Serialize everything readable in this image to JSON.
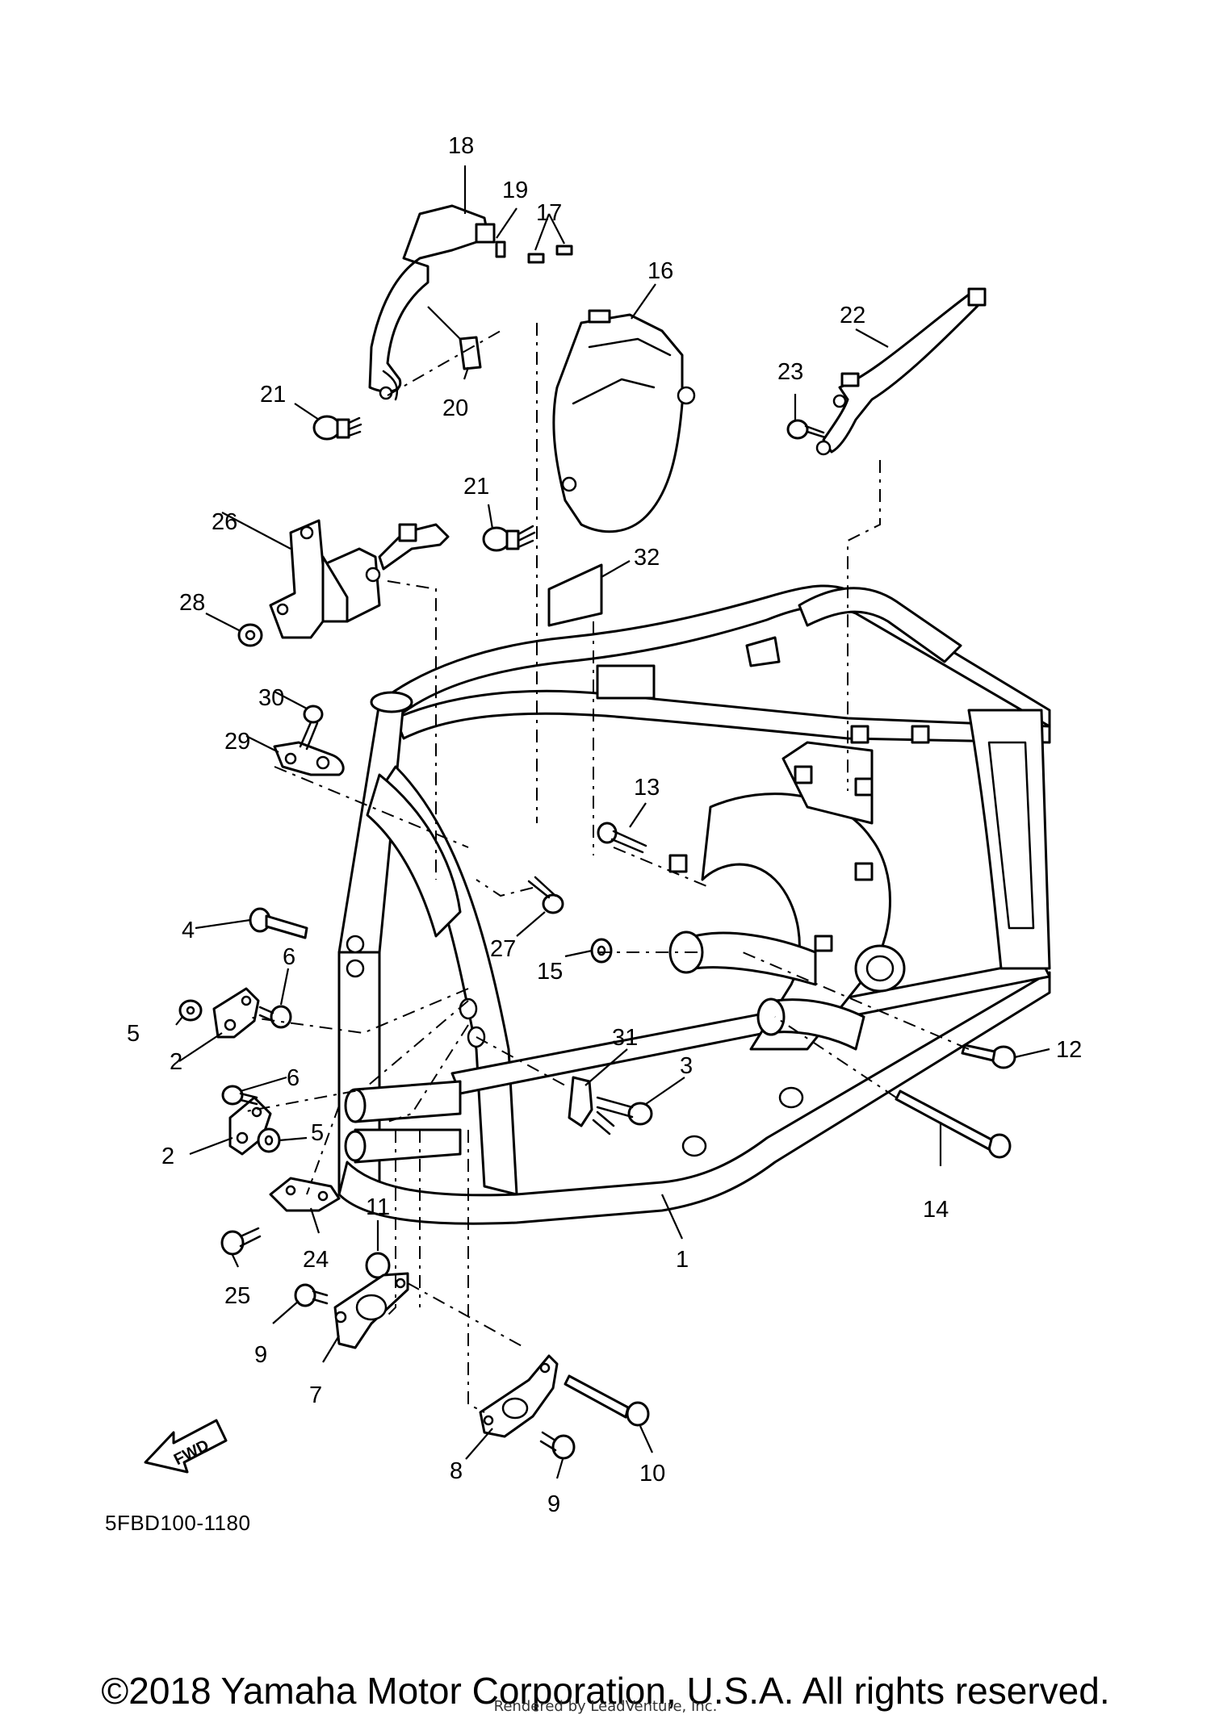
{
  "diagram_code": "5FBD100-1180",
  "fwd_label": "FWD",
  "copyright": "©2018 Yamaha Motor Corporation, U.S.A. All rights reserved.",
  "rendered_by": "Rendered by LeadVenture, Inc.",
  "callouts": {
    "c18": "18",
    "c19": "19",
    "c17": "17",
    "c16": "16",
    "c22": "22",
    "c23": "23",
    "c21a": "21",
    "c20": "20",
    "c21b": "21",
    "c26": "26",
    "c32": "32",
    "c28": "28",
    "c30": "30",
    "c29": "29",
    "c13": "13",
    "c4": "4",
    "c27": "27",
    "c6a": "6",
    "c15": "15",
    "c5a": "5",
    "c2a": "2",
    "c12": "12",
    "c31": "31",
    "c3": "3",
    "c6b": "6",
    "c5b": "5",
    "c2b": "2",
    "c14": "14",
    "c11": "11",
    "c24": "24",
    "c1": "1",
    "c25": "25",
    "c9a": "9",
    "c7": "7",
    "c8": "8",
    "c10": "10",
    "c9b": "9"
  }
}
